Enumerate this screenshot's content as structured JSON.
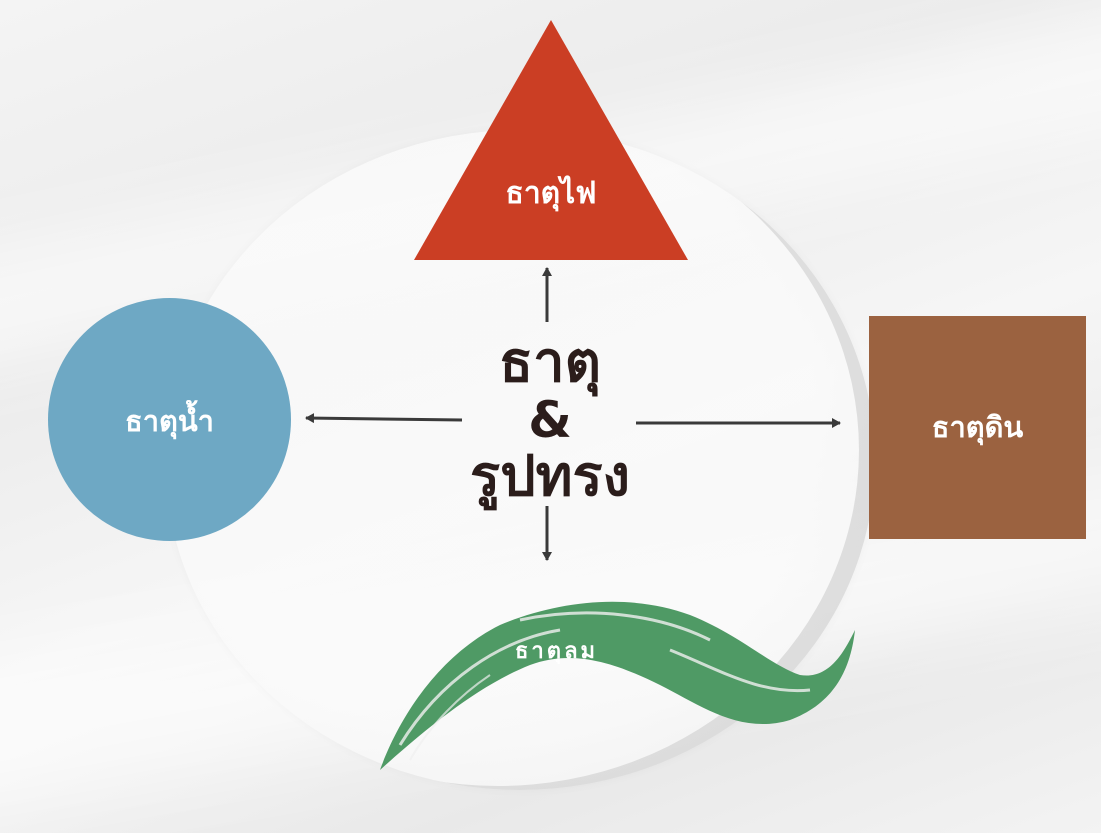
{
  "diagram": {
    "center": {
      "line1": "ธาตุ",
      "line2": "&",
      "line3": "รูปทรง"
    },
    "nodes": {
      "fire": {
        "label": "ธาตุไฟ",
        "shape": "triangle",
        "color": "#cb3e24"
      },
      "water": {
        "label": "ธาตุน้ำ",
        "shape": "circle",
        "color": "#6ea8c4"
      },
      "earth": {
        "label": "ธาตุดิน",
        "shape": "square",
        "color": "#9b6240"
      },
      "wind": {
        "label": "ธาตุลม",
        "shape": "brush-wave",
        "color": "#4f9a65"
      }
    },
    "arrow_color": "#3a3a3a",
    "edges": [
      {
        "from": "center",
        "to": "fire"
      },
      {
        "from": "center",
        "to": "water"
      },
      {
        "from": "center",
        "to": "earth"
      },
      {
        "from": "center",
        "to": "wind"
      }
    ]
  }
}
